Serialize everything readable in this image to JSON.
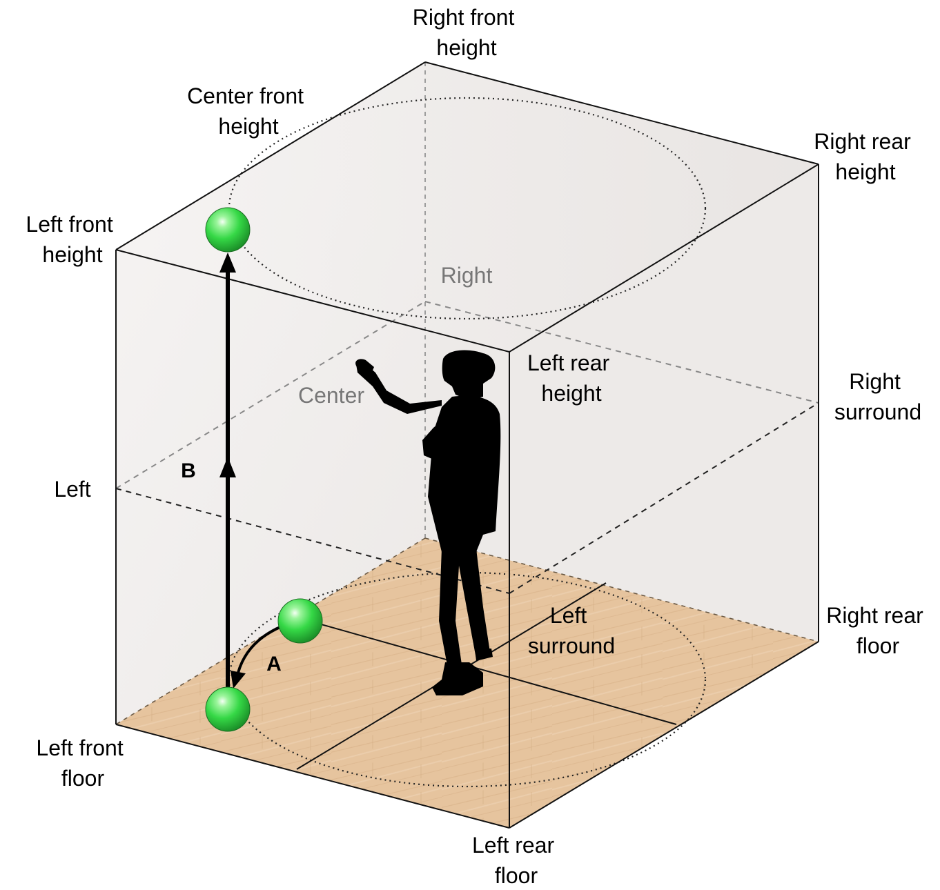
{
  "labels": {
    "right_front_height": [
      "Right front",
      "height"
    ],
    "center_front_height": [
      "Center front",
      "height"
    ],
    "right_rear_height": [
      "Right rear",
      "height"
    ],
    "left_front_height": [
      "Left front",
      "height"
    ],
    "right": "Right",
    "left_rear_height": [
      "Left rear",
      "height"
    ],
    "center": "Center",
    "right_surround": [
      "Right",
      "surround"
    ],
    "left": "Left",
    "left_surround": [
      "Left",
      "surround"
    ],
    "right_rear_floor": [
      "Right rear",
      "floor"
    ],
    "left_front_floor": [
      "Left front",
      "floor"
    ],
    "left_rear_floor": [
      "Left rear",
      "floor"
    ],
    "path_a": "A",
    "path_b": "B"
  },
  "colors": {
    "floor": "#e6c49e",
    "sphere": "#33dd44",
    "wall_tint": "#ece8e6",
    "grey_text": "#777777"
  },
  "icons": {
    "person": "vr-user-silhouette-icon",
    "sphere": "green-sphere-icon"
  }
}
